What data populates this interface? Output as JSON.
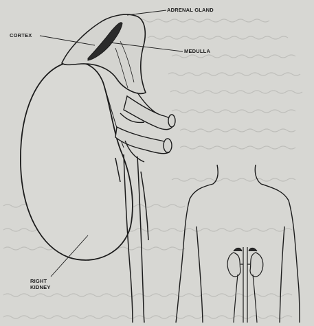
{
  "labels": {
    "adrenal_gland": "ADRENAL GLAND",
    "cortex": "CORTEX",
    "medulla": "MEDULLA",
    "right_kidney_line1": "RIGHT",
    "right_kidney_line2": "KIDNEY"
  },
  "colors": {
    "paper": "#d7d7d3",
    "ink": "#1c1c1c",
    "bleed_text": "#b4b4b0"
  }
}
